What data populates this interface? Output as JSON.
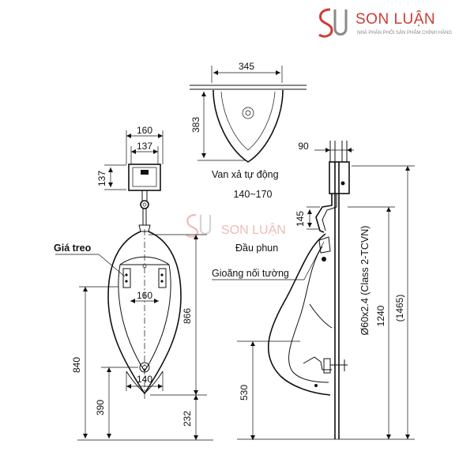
{
  "brand": {
    "name": "SON LUẬN",
    "tagline": "NHÀ PHÂN PHỐI SẢN PHẨM CHÍNH HÃNG",
    "watermark": "SON LUẬN",
    "accent_color": "#cf3b35"
  },
  "labels": {
    "flush_valve": "Van xả tự động",
    "spray_head": "Đầu phun",
    "wall_gasket": "Gioăng nối tường",
    "hanger": "Giá treo",
    "pipe_spec": "Ø60x2.4 (Class 2-TCVN)"
  },
  "dimensions": {
    "top_width": "345",
    "top_depth": "383",
    "sensor_width_outer": "160",
    "sensor_width_inner": "137",
    "sensor_height": "137",
    "bowl_inner_width": "160",
    "bowl_height": "866",
    "outlet_width": "140",
    "rim_height": "840",
    "outlet_height": "390",
    "bottom_gap": "232",
    "side_depth": "90",
    "inlet_range": "140~170",
    "inlet_offset": "145",
    "pipe_height": "1240",
    "total_height": "(1465)",
    "side_outlet_height": "530"
  }
}
